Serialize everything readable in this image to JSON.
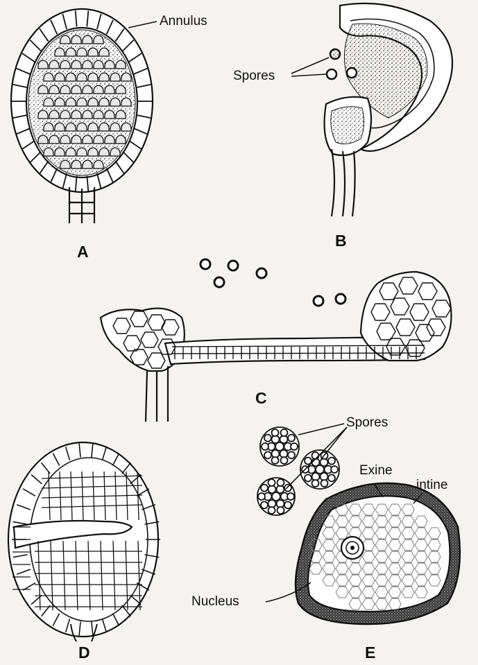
{
  "figure": {
    "panels": [
      {
        "id": "A",
        "letter": "A",
        "labels": [
          "Annulus"
        ]
      },
      {
        "id": "B",
        "letter": "B",
        "labels": [
          "Spores"
        ]
      },
      {
        "id": "C",
        "letter": "C",
        "labels": []
      },
      {
        "id": "D",
        "letter": "D",
        "labels": []
      },
      {
        "id": "E",
        "letter": "E",
        "labels": [
          "Spores",
          "Exine",
          "intine",
          "Nucleus"
        ]
      }
    ]
  },
  "style": {
    "ink": "#111111",
    "paper": "#f4f3ef",
    "stipple": "#555555"
  }
}
